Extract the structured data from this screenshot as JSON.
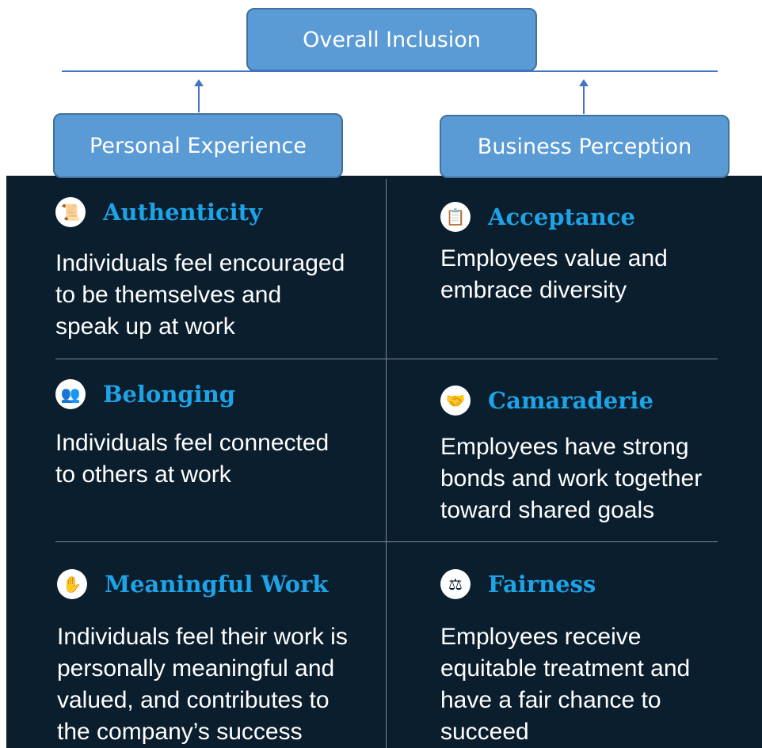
{
  "top": {
    "overall": "Overall Inclusion",
    "personal": "Personal Experience",
    "business": "Business Perception"
  },
  "cells": {
    "authenticity": {
      "title": "Authenticity",
      "desc": "Individuals feel encouraged\nto be themselves and\nspeak up at work",
      "icon": "certificate-icon"
    },
    "acceptance": {
      "title": "Acceptance",
      "desc": "Employees value and\nembrace diversity",
      "icon": "clipboard-check-icon"
    },
    "belonging": {
      "title": "Belonging",
      "desc": "Individuals feel connected\nto others at work",
      "icon": "people-group-icon"
    },
    "camaraderie": {
      "title": "Camaraderie",
      "desc": "Employees have strong\nbonds and work together\ntoward shared goals",
      "icon": "handshake-icon"
    },
    "meaningful_work": {
      "title": "Meaningful Work",
      "desc": "Individuals feel their work is\npersonally meaningful and\nvalued, and contributes to\nthe company’s success",
      "icon": "hand-ok-icon"
    },
    "fairness": {
      "title": "Fairness",
      "desc": "Employees receive\nequitable treatment and\nhave a fair chance to\nsucceed",
      "icon": "scales-icon"
    }
  },
  "colors": {
    "box_fill": "#5b9bd5",
    "box_border": "#41719c",
    "panel_bg": "#0b1e2e",
    "title_accent": "#1ea3e6",
    "connector": "#4472c4"
  }
}
